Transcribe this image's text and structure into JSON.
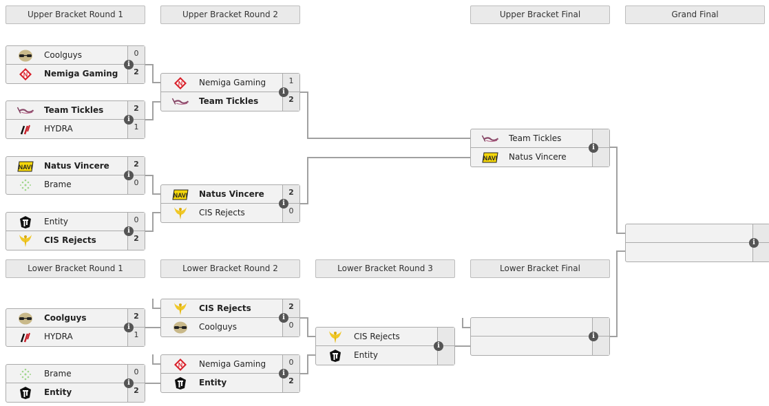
{
  "headers": {
    "ub_r1": "Upper Bracket Round 1",
    "ub_r2": "Upper Bracket Round 2",
    "ub_final": "Upper Bracket Final",
    "grand_final": "Grand Final",
    "lb_r1": "Lower Bracket Round 1",
    "lb_r2": "Lower Bracket Round 2",
    "lb_r3": "Lower Bracket Round 3",
    "lb_final": "Lower Bracket Final"
  },
  "info_glyph": "i",
  "matches": {
    "ub1a": {
      "t1": {
        "name": "Coolguys",
        "score": "0",
        "logo": "coolguys"
      },
      "t2": {
        "name": "Nemiga Gaming",
        "score": "2",
        "logo": "nemiga"
      },
      "winner": 2
    },
    "ub1b": {
      "t1": {
        "name": "Team Tickles",
        "score": "2",
        "logo": "tickles"
      },
      "t2": {
        "name": "HYDRA",
        "score": "1",
        "logo": "hydra"
      },
      "winner": 1
    },
    "ub1c": {
      "t1": {
        "name": "Natus Vincere",
        "score": "2",
        "logo": "navi"
      },
      "t2": {
        "name": "Brame",
        "score": "0",
        "logo": "brame"
      },
      "winner": 1
    },
    "ub1d": {
      "t1": {
        "name": "Entity",
        "score": "0",
        "logo": "entity"
      },
      "t2": {
        "name": "CIS Rejects",
        "score": "2",
        "logo": "cis"
      },
      "winner": 2
    },
    "ub2a": {
      "t1": {
        "name": "Nemiga Gaming",
        "score": "1",
        "logo": "nemiga"
      },
      "t2": {
        "name": "Team Tickles",
        "score": "2",
        "logo": "tickles"
      },
      "winner": 2
    },
    "ub2b": {
      "t1": {
        "name": "Natus Vincere",
        "score": "2",
        "logo": "navi"
      },
      "t2": {
        "name": "CIS Rejects",
        "score": "0",
        "logo": "cis"
      },
      "winner": 1
    },
    "ubf": {
      "t1": {
        "name": "Team Tickles",
        "score": "",
        "logo": "tickles"
      },
      "t2": {
        "name": "Natus Vincere",
        "score": "",
        "logo": "navi"
      },
      "winner": 0
    },
    "gf": {
      "t1": {
        "name": "",
        "score": "",
        "logo": ""
      },
      "t2": {
        "name": "",
        "score": "",
        "logo": ""
      },
      "winner": 0
    },
    "lb1a": {
      "t1": {
        "name": "Coolguys",
        "score": "2",
        "logo": "coolguys"
      },
      "t2": {
        "name": "HYDRA",
        "score": "1",
        "logo": "hydra"
      },
      "winner": 1
    },
    "lb1b": {
      "t1": {
        "name": "Brame",
        "score": "0",
        "logo": "brame"
      },
      "t2": {
        "name": "Entity",
        "score": "2",
        "logo": "entity"
      },
      "winner": 2
    },
    "lb2a": {
      "t1": {
        "name": "CIS Rejects",
        "score": "2",
        "logo": "cis"
      },
      "t2": {
        "name": "Coolguys",
        "score": "0",
        "logo": "coolguys"
      },
      "winner": 1
    },
    "lb2b": {
      "t1": {
        "name": "Nemiga Gaming",
        "score": "0",
        "logo": "nemiga"
      },
      "t2": {
        "name": "Entity",
        "score": "2",
        "logo": "entity"
      },
      "winner": 2
    },
    "lb3": {
      "t1": {
        "name": "CIS Rejects",
        "score": "",
        "logo": "cis"
      },
      "t2": {
        "name": "Entity",
        "score": "",
        "logo": "entity"
      },
      "winner": 0
    },
    "lbf": {
      "t1": {
        "name": "",
        "score": "",
        "logo": ""
      },
      "t2": {
        "name": "",
        "score": "",
        "logo": ""
      },
      "winner": 0
    }
  },
  "colors": {
    "header_bg": "#eaeaea",
    "match_bg": "#f2f2f2",
    "score_bg": "#e8e8e8",
    "border": "#aaaaaa",
    "connector": "#999999",
    "info_icon": "#555555"
  }
}
